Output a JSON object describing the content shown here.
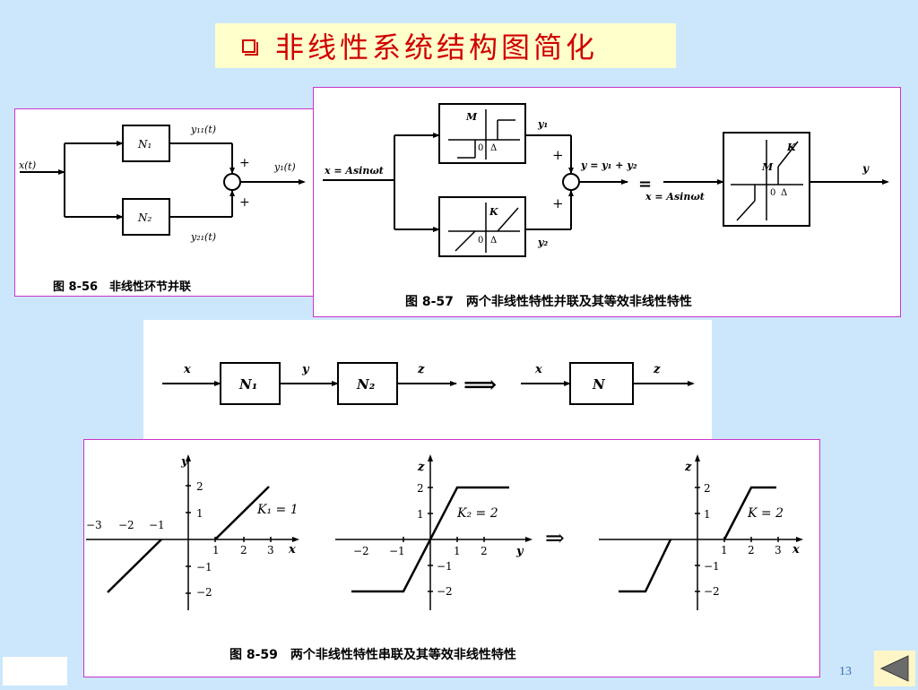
{
  "slide": {
    "title": "非线性系统结构图简化",
    "page_number": "13"
  },
  "fig56": {
    "caption": "图 8-56　非线性环节并联",
    "input_label": "x(t)",
    "block1": "N₁",
    "block2": "N₂",
    "y11": "y₁₁(t)",
    "y21": "y₂₁(t)",
    "output_label": "y₁(t)",
    "plus1": "+",
    "plus2": "+"
  },
  "fig57": {
    "caption": "图 8-57　两个非线性特性并联及其等效非线性特性",
    "input_label": "x = Asinωt",
    "y1": "y₁",
    "y2": "y₂",
    "sum_label": "y = y₁ + y₂",
    "plus1": "+",
    "plus2": "+",
    "equals": "=",
    "equiv_input_label": "x = Asinωt",
    "output_label": "y",
    "M": "M",
    "K": "K",
    "zero": "0",
    "delta": "Δ"
  },
  "fig58": {
    "x": "x",
    "y": "y",
    "z": "z",
    "n1": "N₁",
    "n2": "N₂",
    "n": "N",
    "arrow": "⟹",
    "x2": "x",
    "z2": "z"
  },
  "fig59": {
    "caption": "图 8-59　两个非线性特性串联及其等效非线性特性",
    "arrow": "⇒",
    "plot1": {
      "xlabel": "x",
      "ylabel": "y",
      "k_label": "K₁ = 1",
      "xticks": [
        "−3",
        "−2",
        "−1",
        "1",
        "2",
        "3"
      ],
      "yticks": [
        "2",
        "1",
        "−1",
        "−2"
      ]
    },
    "plot2": {
      "xlabel": "y",
      "ylabel": "z",
      "k_label": "K₂ = 2",
      "xticks": [
        "−2",
        "−1",
        "1",
        "2"
      ],
      "yticks": [
        "2",
        "1",
        "−1",
        "−2"
      ]
    },
    "plot3": {
      "xlabel": "x",
      "ylabel": "z",
      "k_label": "K = 2",
      "xticks": [
        "1",
        "2",
        "3"
      ],
      "yticks": [
        "2",
        "1",
        "−1",
        "−2"
      ]
    }
  },
  "colors": {
    "background": "#cce7fb",
    "title_bg": "#ffffcc",
    "title_text": "#d00000",
    "panel_border": "#cc33cc",
    "nav_button": "#fff6c8"
  },
  "icons": {
    "bullet": "checkbox-bullet-icon",
    "nav": "triangle-left-icon"
  }
}
